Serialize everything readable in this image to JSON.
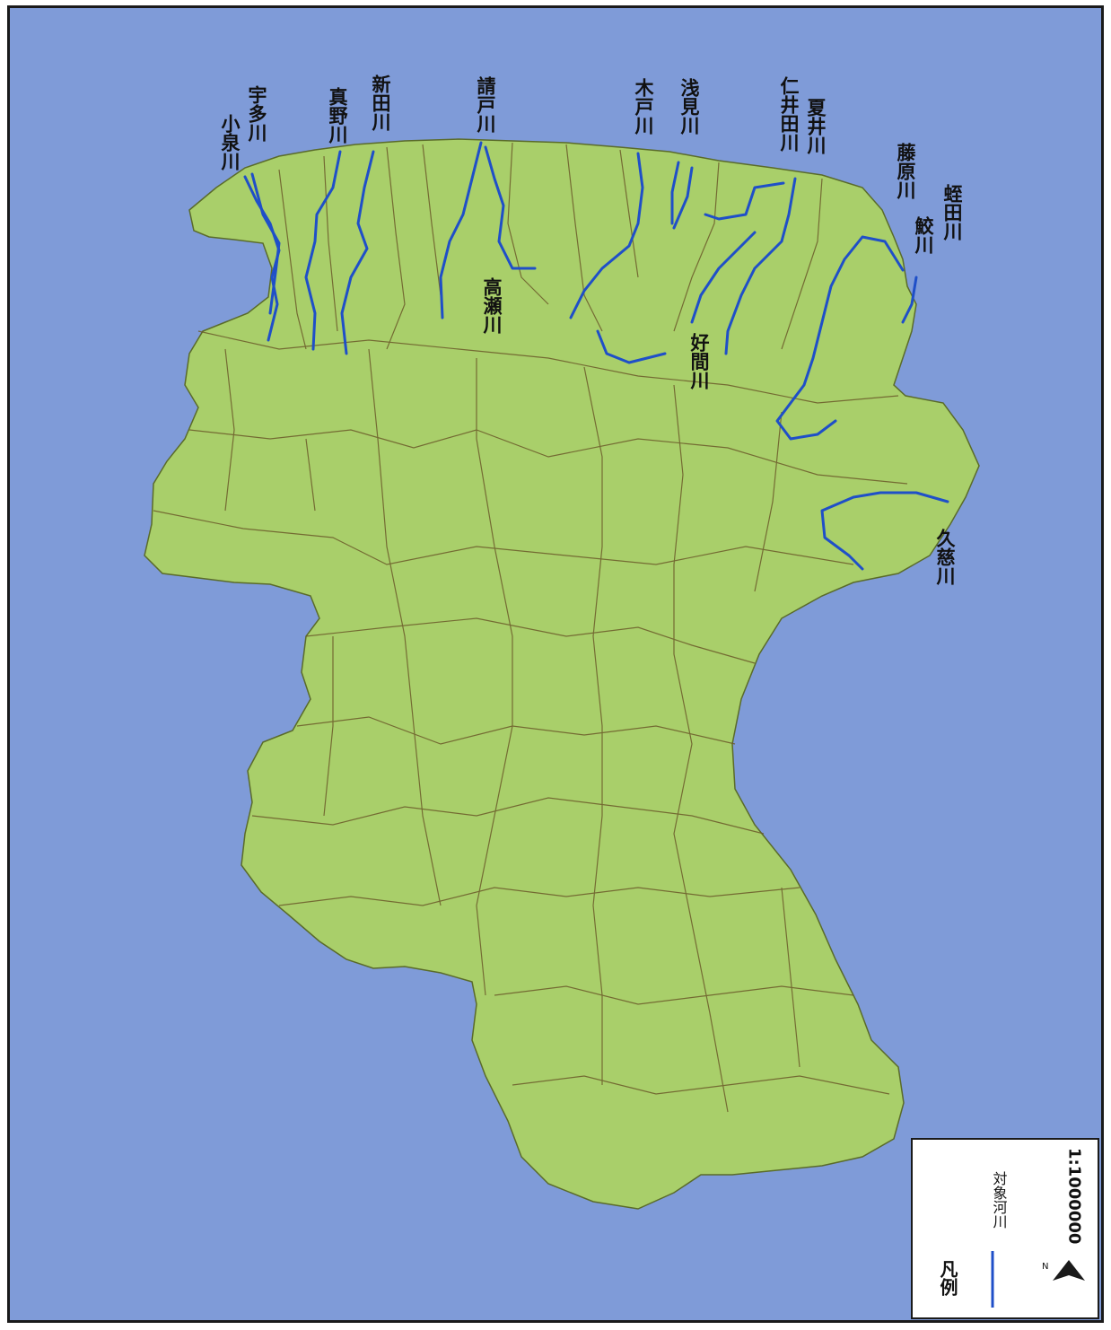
{
  "colors": {
    "sea": "#7f9bd8",
    "land": "#a9cf6a",
    "boundary": "#6b5a2a",
    "river": "#1f4fc8",
    "legend_bg": "#ffffff"
  },
  "rivers": [
    {
      "id": "koizumi",
      "label": "小泉川"
    },
    {
      "id": "uta",
      "label": "宇多川"
    },
    {
      "id": "mano",
      "label": "真野川"
    },
    {
      "id": "niida",
      "label": "新田川"
    },
    {
      "id": "ukedo",
      "label": "請戸川"
    },
    {
      "id": "kido",
      "label": "木戸川"
    },
    {
      "id": "asami",
      "label": "浅見川"
    },
    {
      "id": "niida2",
      "label": "仁井田川"
    },
    {
      "id": "natsui",
      "label": "夏井川"
    },
    {
      "id": "fujiwara",
      "label": "藤原川"
    },
    {
      "id": "same",
      "label": "鮫川"
    },
    {
      "id": "hirutada",
      "label": "蛭田川"
    },
    {
      "id": "takase",
      "label": "高瀬川"
    },
    {
      "id": "yoshima",
      "label": "好間川"
    },
    {
      "id": "kuji",
      "label": "久慈川"
    }
  ],
  "legend": {
    "title": "凡例",
    "river_entry": "対象河川",
    "north_symbol": "N",
    "scale": "1:1000000"
  }
}
